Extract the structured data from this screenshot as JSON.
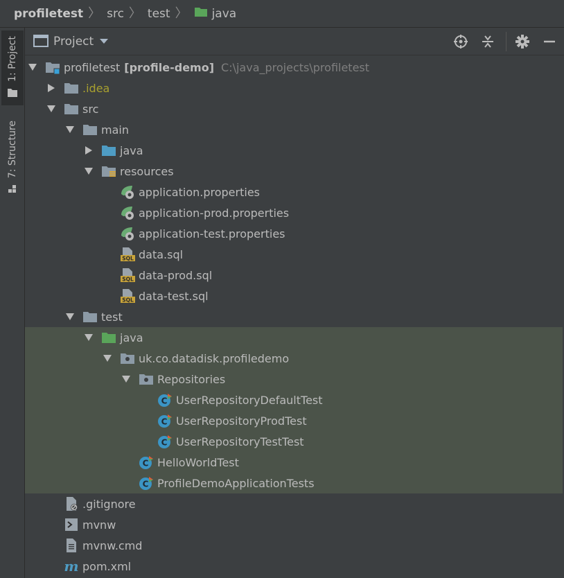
{
  "breadcrumb": {
    "items": [
      "profiletest",
      "src",
      "test",
      "java"
    ]
  },
  "stripe": {
    "project_tab": "1: Project",
    "structure_tab": "7: Structure"
  },
  "panel": {
    "title": "Project"
  },
  "colors": {
    "background": "#3c3f41",
    "highlight": "#4b5349",
    "folder_gray": "#8c9aa6",
    "folder_blue": "#4e9cc4",
    "folder_green": "#5aa55a",
    "idea_text": "#a8a02f"
  },
  "tree": {
    "root": {
      "name": "profiletest",
      "module": "[profile-demo]",
      "path": "C:\\java_projects\\profiletest"
    },
    "idea": ".idea",
    "src": "src",
    "main": "main",
    "main_java": "java",
    "resources": "resources",
    "app_props": "application.properties",
    "app_prod_props": "application-prod.properties",
    "app_test_props": "application-test.properties",
    "data_sql": "data.sql",
    "data_prod_sql": "data-prod.sql",
    "data_test_sql": "data-test.sql",
    "test": "test",
    "test_java": "java",
    "package": "uk.co.datadisk.profiledemo",
    "repositories": "Repositories",
    "repo_default_test": "UserRepositoryDefaultTest",
    "repo_prod_test": "UserRepositoryProdTest",
    "repo_test_test": "UserRepositoryTestTest",
    "hello_world_test": "HelloWorldTest",
    "profile_demo_tests": "ProfileDemoApplicationTests",
    "gitignore": ".gitignore",
    "mvnw": "mvnw",
    "mvnw_cmd": "mvnw.cmd",
    "pom": "pom.xml"
  },
  "icons": {
    "folder": "folder-icon",
    "module": "module-folder-icon",
    "spring_config": "spring-properties-icon",
    "sql": "sql-file-icon",
    "test_class": "test-class-icon",
    "package": "package-icon",
    "text_file": "text-file-icon",
    "shell": "shell-script-icon",
    "maven": "maven-icon"
  }
}
